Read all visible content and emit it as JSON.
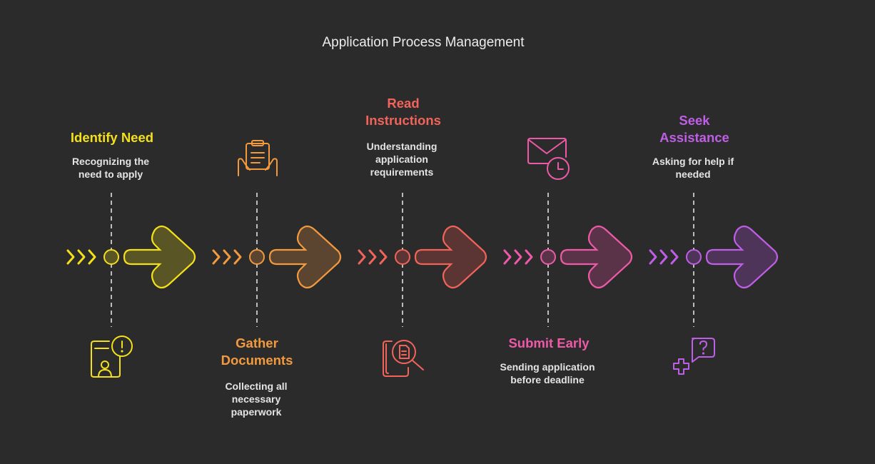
{
  "title": "Application Process Management",
  "steps": [
    {
      "title_line1": "Identify Need",
      "title_line2": "",
      "desc_lines": [
        "Recognizing the",
        "need to apply"
      ],
      "color": "#f3e01b",
      "icon": "smartphone-alert-icon",
      "position": "top"
    },
    {
      "title_line1": "Gather",
      "title_line2": "Documents",
      "desc_lines": [
        "Collecting all",
        "necessary",
        "paperwork"
      ],
      "color": "#f29a3d",
      "icon": "hands-holding-clipboard-icon",
      "position": "bottom"
    },
    {
      "title_line1": "Read",
      "title_line2": "Instructions",
      "desc_lines": [
        "Understanding",
        "application",
        "requirements"
      ],
      "color": "#f2645a",
      "icon": "document-search-icon",
      "position": "top"
    },
    {
      "title_line1": "Submit Early",
      "title_line2": "",
      "desc_lines": [
        "Sending application",
        "before deadline"
      ],
      "color": "#ee5aa8",
      "icon": "envelope-clock-icon",
      "position": "bottom"
    },
    {
      "title_line1": "Seek",
      "title_line2": "Assistance",
      "desc_lines": [
        "Asking for help if",
        "needed"
      ],
      "color": "#bf5ee6",
      "icon": "help-chat-medical-icon",
      "position": "top"
    }
  ]
}
